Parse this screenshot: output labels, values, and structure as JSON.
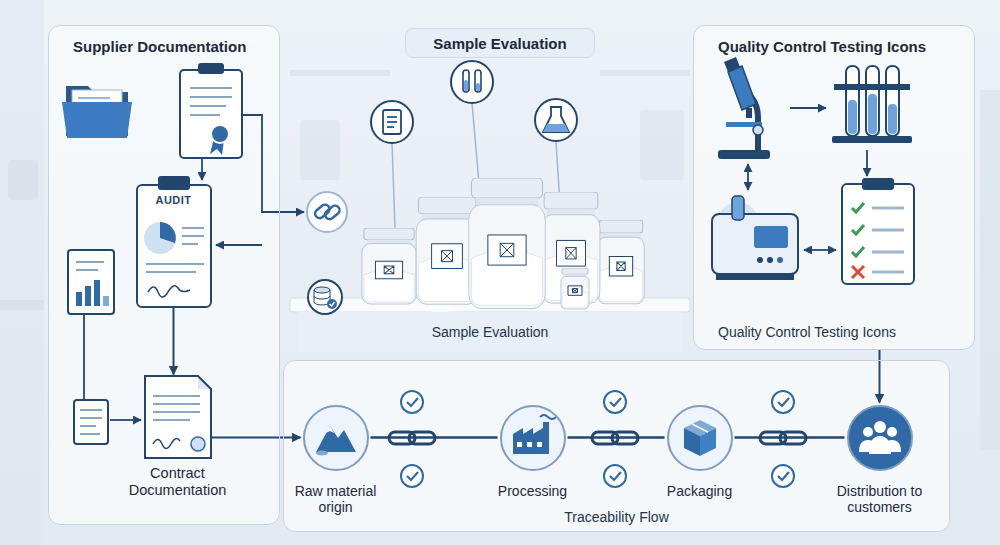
{
  "diagram": {
    "nodes": [
      {
        "text": [
          "Supplier Documentation"
        ]
      },
      {
        "text": [
          "AUDIT"
        ],
        "in": 0
      },
      {
        "text": [
          "Contract Documentation"
        ],
        "in": 0
      },
      {
        "text": [
          "Sample Evaluation"
        ]
      },
      {
        "text": [
          "Quality Control Testing Icons",
          "Quality Control Testing Icons"
        ]
      },
      {
        "text": [
          "Traceability Flow"
        ]
      },
      {
        "text": [
          "Raw material origin"
        ],
        "in": 5
      },
      {
        "text": [
          "Processing"
        ],
        "in": 5
      },
      {
        "text": [
          "Packaging"
        ],
        "in": 5
      },
      {
        "text": [
          "Distribution to customers"
        ],
        "in": 5
      }
    ],
    "edges": [
      {
        "from": 1,
        "to": 2,
        "arrow": "to"
      },
      {
        "from": 2,
        "to": 6,
        "arrow": "to"
      },
      {
        "from": 6,
        "to": 7,
        "arrow": "none"
      },
      {
        "from": 7,
        "to": 8,
        "arrow": "none"
      },
      {
        "from": 8,
        "to": 9,
        "arrow": "none"
      },
      {
        "from": 4,
        "to": 9,
        "arrow": "to"
      }
    ],
    "labels": [
      "Sample Evaluation"
    ]
  }
}
